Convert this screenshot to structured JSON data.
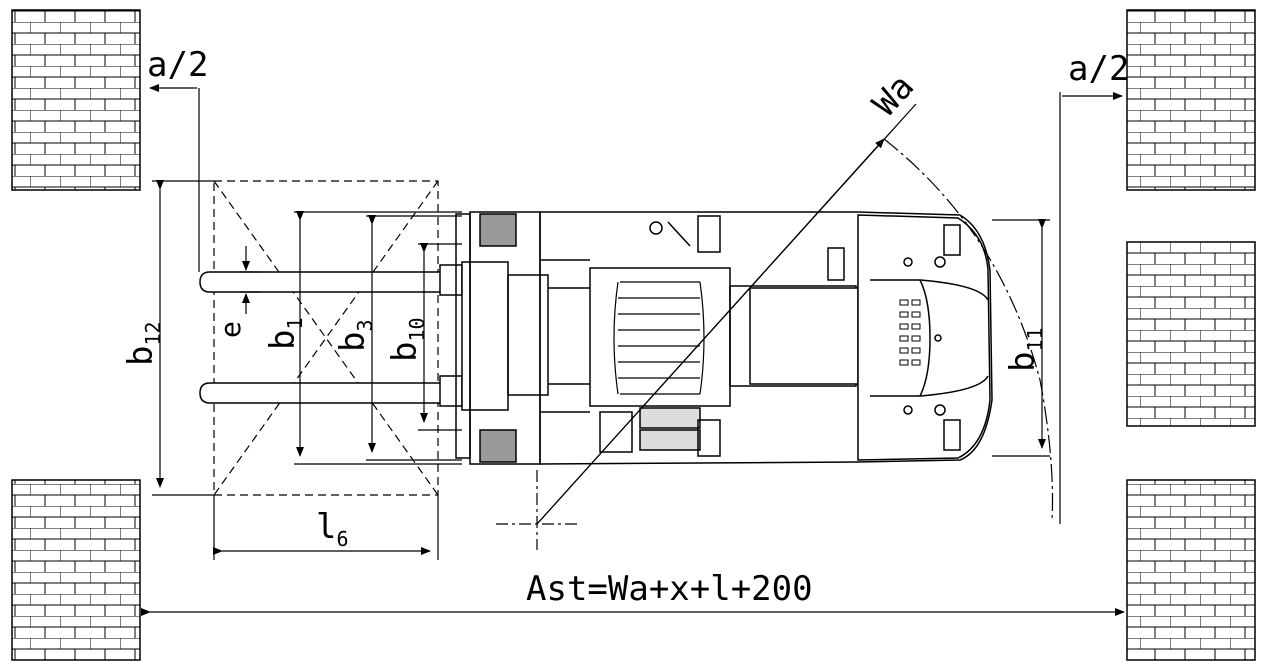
{
  "labels": {
    "a_half_left": "a/2",
    "a_half_right": "a/2",
    "wa": "Wa",
    "b12": {
      "base": "b",
      "sub": "12"
    },
    "e": "e",
    "b1": {
      "base": "b",
      "sub": "1"
    },
    "b3": {
      "base": "b",
      "sub": "3"
    },
    "b10": {
      "base": "b",
      "sub": "10"
    },
    "b11": {
      "base": "b",
      "sub": "11"
    },
    "l6": {
      "base": "l",
      "sub": "6"
    },
    "ast_formula": "Ast=Wa+x+l+200"
  },
  "colors": {
    "line": "#000000",
    "background": "#ffffff"
  }
}
